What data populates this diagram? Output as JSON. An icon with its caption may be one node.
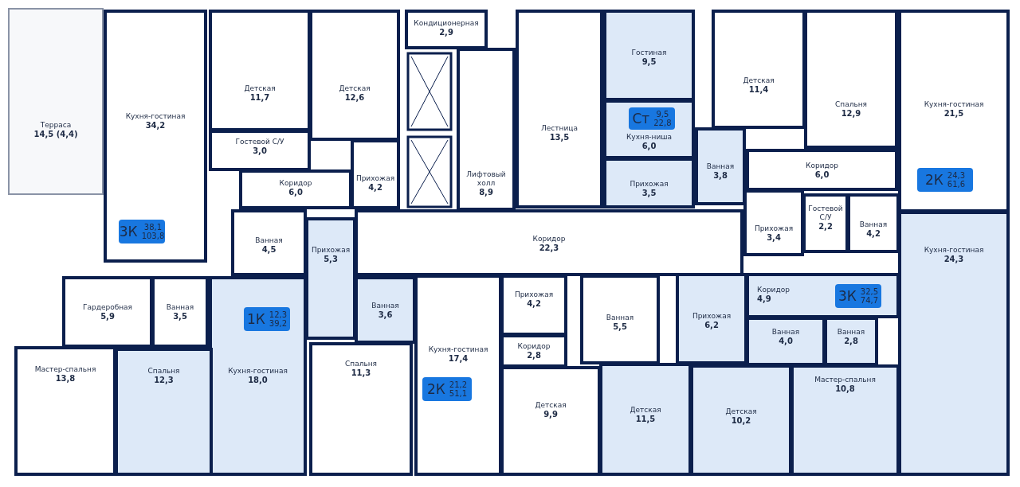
{
  "diagram": {
    "nodes": [
      {
        "text": [
          "Терраса",
          "14,5 (4,4)"
        ]
      },
      {
        "text": [
          "Кухня-гостиная",
          "34,2"
        ]
      },
      {
        "text": [
          "Детская",
          "11,7"
        ]
      },
      {
        "text": [
          "Гостевой С/У",
          "3,0"
        ]
      },
      {
        "text": [
          "Детская",
          "12,6"
        ]
      },
      {
        "text": [
          "Кондиционерная",
          "2,9"
        ]
      },
      {
        "text": [
          "Лифтовый холл",
          "8,9"
        ]
      },
      {
        "text": [
          "Лестница",
          "13,5"
        ]
      },
      {
        "text": [
          "Гостиная",
          "9,5"
        ]
      },
      {
        "text": [
          "Детская",
          "11,4"
        ]
      },
      {
        "text": [
          "Спальня",
          "12,9"
        ]
      },
      {
        "text": [
          "Кухня-гостиная",
          "21,5"
        ]
      },
      {
        "text": [
          "Кухня-ниша",
          "6,0"
        ]
      },
      {
        "text": [
          "Ст",
          "9,5",
          "22,8"
        ],
        "in": 12
      },
      {
        "text": [
          "Коридор",
          "6,0"
        ]
      },
      {
        "text": [
          "Прихожая",
          "4,2"
        ]
      },
      {
        "text": [
          "Ванная",
          "3,8"
        ]
      },
      {
        "text": [
          "Прихожая",
          "3,5"
        ]
      },
      {
        "text": [
          "Коридор",
          "6,0"
        ]
      },
      {
        "text": [
          "2К",
          "24,3",
          "61,6"
        ],
        "in": 11
      },
      {
        "text": [
          "3К",
          "38,1",
          "103,8"
        ],
        "in": 1
      },
      {
        "text": [
          "Ванная",
          "4,5"
        ]
      },
      {
        "text": [
          "Прихожая",
          "5,3"
        ]
      },
      {
        "text": [
          "Коридор",
          "22,3"
        ]
      },
      {
        "text": [
          "Прихожая",
          "3,4"
        ]
      },
      {
        "text": [
          "Гостевой С/У",
          "2,2"
        ]
      },
      {
        "text": [
          "Ванная",
          "4,2"
        ]
      },
      {
        "text": [
          "Кухня-гостиная",
          "24,3"
        ]
      },
      {
        "text": [
          "Гардеробная",
          "5,9"
        ]
      },
      {
        "text": [
          "Ванная",
          "3,5"
        ]
      },
      {
        "text": [
          "Кухня-гостиная",
          "18,0"
        ]
      },
      {
        "text": [
          "1К",
          "12,3",
          "39,2"
        ],
        "in": 30
      },
      {
        "text": [
          "Ванная",
          "3,6"
        ]
      },
      {
        "text": [
          "Прихожая",
          "4,2"
        ]
      },
      {
        "text": [
          "Ванная",
          "5,5"
        ]
      },
      {
        "text": [
          "Прихожая",
          "6,2"
        ]
      },
      {
        "text": [
          "Коридор",
          "4,9"
        ]
      },
      {
        "text": [
          "3К",
          "32,5",
          "74,7"
        ],
        "in": 36
      },
      {
        "text": [
          "Ванная",
          "4,0"
        ]
      },
      {
        "text": [
          "Ванная",
          "2,8"
        ]
      },
      {
        "text": [
          "Мастер-спальня",
          "13,8"
        ]
      },
      {
        "text": [
          "Спальня",
          "12,3"
        ]
      },
      {
        "text": [
          "Спальня",
          "11,3"
        ]
      },
      {
        "text": [
          "Кухня-гостиная",
          "17,4"
        ]
      },
      {
        "text": [
          "2К",
          "21,2",
          "51,1"
        ],
        "in": 43
      },
      {
        "text": [
          "Коридор",
          "2,8"
        ]
      },
      {
        "text": [
          "Детская",
          "9,9"
        ]
      },
      {
        "text": [
          "Детская",
          "11,5"
        ]
      },
      {
        "text": [
          "Детская",
          "10,2"
        ]
      },
      {
        "text": [
          "Мастер-спальня",
          "10,8"
        ]
      }
    ]
  }
}
